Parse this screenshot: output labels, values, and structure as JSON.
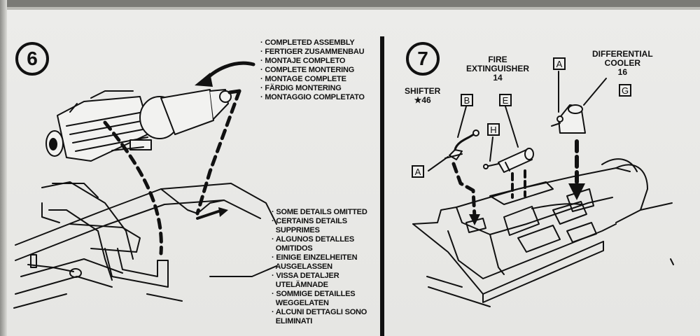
{
  "steps": {
    "left": "6",
    "right": "7"
  },
  "completed_assembly": [
    "COMPLETED ASSEMBLY",
    "FERTIGER ZUSAMMENBAU",
    "MONTAJE COMPLETO",
    "COMPLETE MONTERING",
    "MONTAGE COMPLETE",
    "FÄRDIG MONTERING",
    "MONTAGGIO COMPLETATO"
  ],
  "details_omitted": [
    {
      "text": "SOME DETAILS OMITTED",
      "cont": false
    },
    {
      "text": "CERTAINS DETAILS",
      "cont": false
    },
    {
      "text": "SUPPRIMES",
      "cont": true
    },
    {
      "text": "ALGUNOS DETALLES",
      "cont": false
    },
    {
      "text": "OMITIDOS",
      "cont": true
    },
    {
      "text": "EINIGE EINZELHEITEN",
      "cont": false
    },
    {
      "text": "AUSGELASSEN",
      "cont": true
    },
    {
      "text": "VISSA DETALJER",
      "cont": false
    },
    {
      "text": "UTELÄMNADE",
      "cont": true
    },
    {
      "text": "SOMMIGE DETAILLES",
      "cont": false
    },
    {
      "text": "WEGGELATEN",
      "cont": true
    },
    {
      "text": "ALCUNI DETTAGLI SONO",
      "cont": false
    },
    {
      "text": "ELIMINATI",
      "cont": true
    }
  ],
  "parts": {
    "shifter_name": "SHIFTER",
    "shifter_num": "★46",
    "fire_line1": "FIRE",
    "fire_line2": "EXTINGUISHER",
    "fire_num": "14",
    "diff_line1": "DIFFERENTIAL",
    "diff_line2": "COOLER",
    "diff_num": "16"
  },
  "callouts": {
    "b": "B",
    "e": "E",
    "h": "H",
    "a_left": "A",
    "a_top": "A",
    "g": "G"
  }
}
